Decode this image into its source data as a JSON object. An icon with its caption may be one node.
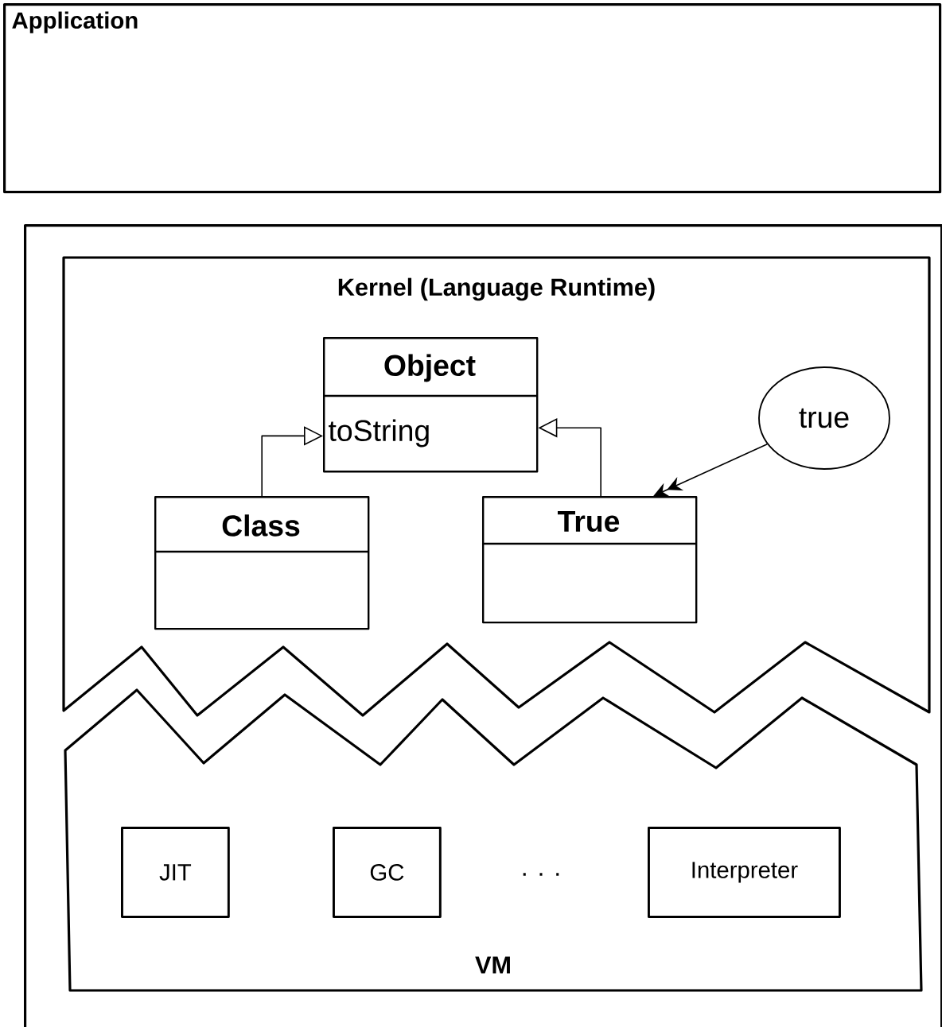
{
  "diagram": {
    "nodes": [
      {
        "text": [
          "Application"
        ]
      },
      {
        "text": [],
        "shape": "box"
      },
      {
        "text": [
          "Kernel (Language Runtime)"
        ],
        "in": 1
      },
      {
        "text": [
          "Object",
          "toString"
        ],
        "in": 2
      },
      {
        "text": [
          "Class"
        ],
        "in": 2
      },
      {
        "text": [
          "True"
        ],
        "in": 2
      },
      {
        "text": [
          "true"
        ],
        "in": 2
      },
      {
        "text": [
          "VM"
        ],
        "in": 1
      },
      {
        "text": [
          "JIT"
        ],
        "in": 7
      },
      {
        "text": [
          "GC"
        ],
        "in": 7
      },
      {
        "text": [
          "Interpreter"
        ],
        "in": 7
      }
    ],
    "edges": [
      {
        "from": 4,
        "to": 3,
        "arrow": "to"
      },
      {
        "from": 5,
        "to": 3,
        "arrow": "to"
      },
      {
        "from": 6,
        "to": 5,
        "arrow": "to"
      }
    ],
    "labels": [
      ". . ."
    ]
  }
}
